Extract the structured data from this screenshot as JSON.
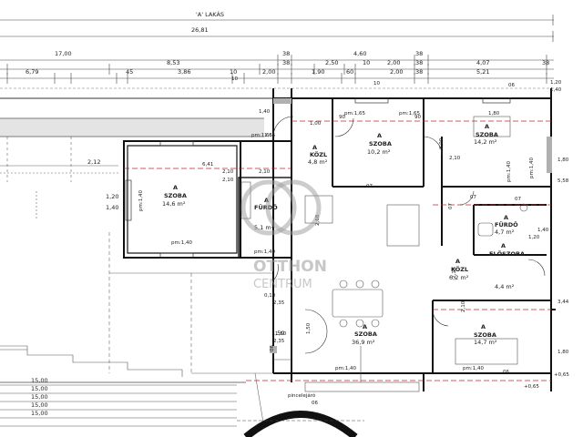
{
  "title_row": {
    "label": "'A' LAKÁS",
    "total": "26,81"
  },
  "dims_row2": [
    "17,00",
    "38",
    "4,60",
    "38"
  ],
  "dims_row3": [
    "8,53",
    "38",
    "2,50",
    "10",
    "2,00",
    "38",
    "4,07",
    "38"
  ],
  "dims_row4": [
    "6,79",
    "45",
    "3,86",
    "10",
    "2,00",
    "1,90",
    "60",
    "2,00",
    "38",
    "5,21"
  ],
  "left_dims": [
    "2,12",
    "1,20",
    "1,40",
    "1,50",
    "15,00",
    "15,00",
    "15,00",
    "15,00",
    "15,00"
  ],
  "rooms": [
    {
      "name": "A",
      "label": "SZOBA",
      "area": "14,6 m²"
    },
    {
      "name": "A",
      "label": "FÜRDŐ",
      "area": "5,1 m²"
    },
    {
      "name": "A",
      "label": "KÖZL",
      "area": "4,8 m²"
    },
    {
      "name": "A",
      "label": "SZOBA",
      "area": "10,2 m²"
    },
    {
      "name": "A",
      "label": "SZOBA",
      "area": "14,2 m²"
    },
    {
      "name": "A",
      "label": "FÜRDŐ",
      "area": "4,7 m²"
    },
    {
      "name": "A",
      "label": "KÖZL",
      "area": "6,2 m²"
    },
    {
      "name": "A",
      "label": "ELŐSZOBA",
      "area": "4,4 m²"
    },
    {
      "name": "A",
      "label": "SZOBA",
      "area": "36,9 m²"
    },
    {
      "name": "A",
      "label": "SZOBA",
      "area": "14,7 m²"
    }
  ],
  "watermark": {
    "line1": "OTTHON",
    "line2": "CENTRUM"
  },
  "bottom_label": "pincelejáró",
  "misc_labels": [
    "pm:1,40",
    "pm:1,40",
    "pm:1,40",
    "pm:1,40",
    "pm:1,40",
    "pm:1,40",
    "pm:1,40",
    "pm:1,65",
    "pm:1,65",
    "pm:1,65",
    "06",
    "06",
    "06",
    "06",
    "07",
    "07",
    "07",
    "07",
    "2,10",
    "2,10",
    "2,10",
    "2,10",
    "+0,65",
    "+0,65",
    "1,80",
    "5,58",
    "3,44",
    "1,80",
    "1,00",
    "90",
    "90",
    "3,00",
    "2,35",
    "2,35",
    "1,50",
    "1,50",
    "0,10",
    "6,41",
    "2,68",
    "1,65",
    "2,10",
    "10",
    "1,40",
    "1,20",
    "1,80",
    "1,40",
    "10",
    "2,10",
    "1,40",
    "1,20"
  ]
}
